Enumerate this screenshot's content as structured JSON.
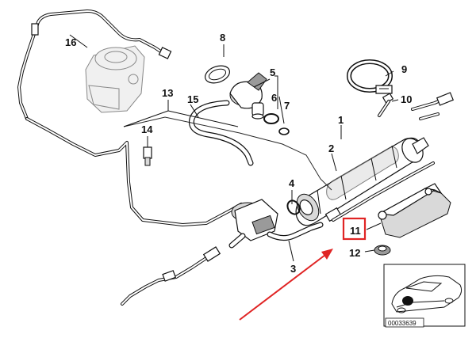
{
  "labels": {
    "p1": "1",
    "p2": "2",
    "p3": "3",
    "p4": "4",
    "p5": "5",
    "p6": "6",
    "p7": "7",
    "p8": "8",
    "p9": "9",
    "p10": "10",
    "p11": "11",
    "p12": "12",
    "p13": "13",
    "p14": "14",
    "p15": "15",
    "p16": "16"
  },
  "inset": {
    "reference": "00033639"
  },
  "colors": {
    "highlight": "#e02424",
    "arrow": "#e02424",
    "line": "#111111"
  },
  "highlighted_part": "11"
}
